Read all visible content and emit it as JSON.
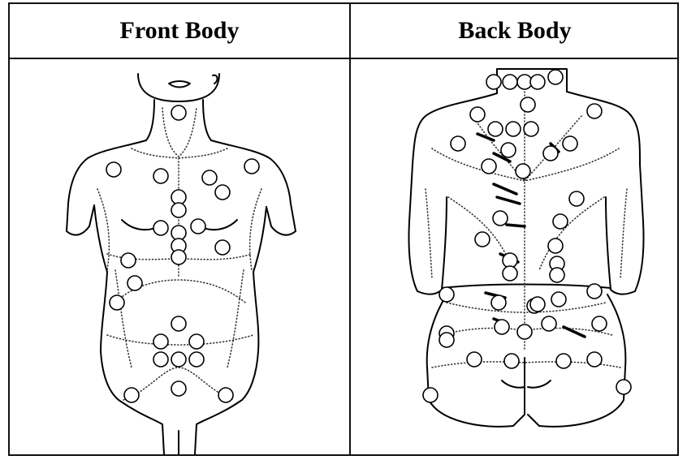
{
  "headers": {
    "front": "Front Body",
    "back": "Back Body"
  },
  "front_points": [
    {
      "id": "f1"
    },
    {
      "id": "f2"
    },
    {
      "id": "f3"
    },
    {
      "id": "f4"
    },
    {
      "id": "f5"
    },
    {
      "id": "f6"
    },
    {
      "id": "f7"
    },
    {
      "id": "f8"
    },
    {
      "id": "f9"
    },
    {
      "id": "f10"
    },
    {
      "id": "f11"
    },
    {
      "id": "f12"
    },
    {
      "id": "f13"
    },
    {
      "id": "f14"
    },
    {
      "id": "f15"
    },
    {
      "id": "f16"
    },
    {
      "id": "f17"
    },
    {
      "id": "f18"
    },
    {
      "id": "f19"
    },
    {
      "id": "f20"
    },
    {
      "id": "f21"
    },
    {
      "id": "f22"
    },
    {
      "id": "f23"
    },
    {
      "id": "f24"
    },
    {
      "id": "f25"
    },
    {
      "id": "f26"
    }
  ],
  "back_points": [
    {
      "id": "b1"
    },
    {
      "id": "b2"
    },
    {
      "id": "b3"
    },
    {
      "id": "b4"
    },
    {
      "id": "b5"
    },
    {
      "id": "b6"
    },
    {
      "id": "b7"
    },
    {
      "id": "b8"
    },
    {
      "id": "b9"
    },
    {
      "id": "b10"
    },
    {
      "id": "b11"
    },
    {
      "id": "b12"
    },
    {
      "id": "b13"
    },
    {
      "id": "b14"
    },
    {
      "id": "b15"
    },
    {
      "id": "b16"
    },
    {
      "id": "b17"
    },
    {
      "id": "b18"
    },
    {
      "id": "b19"
    },
    {
      "id": "b20"
    },
    {
      "id": "b21"
    },
    {
      "id": "b22"
    },
    {
      "id": "b23"
    },
    {
      "id": "b24"
    },
    {
      "id": "b25"
    },
    {
      "id": "b26"
    },
    {
      "id": "b27"
    },
    {
      "id": "b28"
    },
    {
      "id": "b29"
    },
    {
      "id": "b30"
    },
    {
      "id": "b31"
    },
    {
      "id": "b32"
    },
    {
      "id": "b33"
    },
    {
      "id": "b34"
    },
    {
      "id": "b35"
    },
    {
      "id": "b36"
    },
    {
      "id": "b37"
    },
    {
      "id": "b38"
    },
    {
      "id": "b39"
    },
    {
      "id": "b40"
    },
    {
      "id": "b41"
    },
    {
      "id": "b42"
    },
    {
      "id": "b43"
    },
    {
      "id": "b44"
    }
  ]
}
